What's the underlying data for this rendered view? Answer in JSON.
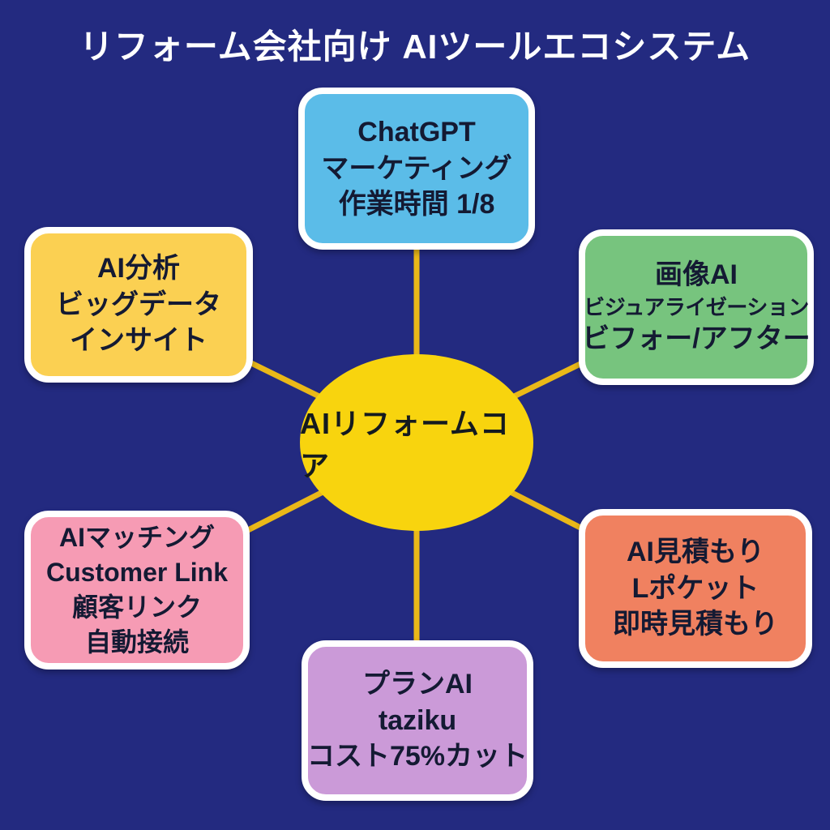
{
  "title": "リフォーム会社向け AIツールエコシステム",
  "colors": {
    "background": "#232a80",
    "title_text": "#ffffff",
    "connector_line": "#eab818",
    "core_fill": "#f8d40e",
    "node_border": "#ffffff",
    "node_text": "#141a33"
  },
  "core": {
    "label": "AIリフォームコア"
  },
  "nodes": [
    {
      "id": "chatgpt",
      "position": "top",
      "color": "#5bbce8",
      "lines": [
        "ChatGPT",
        "マーケティング",
        "作業時間 1/8"
      ]
    },
    {
      "id": "image-ai",
      "position": "top-right",
      "color": "#77c47e",
      "lines": [
        "画像AI",
        "ビジュアライゼーション",
        "ビフォー/アフター"
      ]
    },
    {
      "id": "ai-estimate",
      "position": "bottom-right",
      "color": "#f08160",
      "lines": [
        "AI見積もり",
        "Lポケット",
        "即時見積もり"
      ]
    },
    {
      "id": "plan-ai",
      "position": "bottom",
      "color": "#cb9ad8",
      "lines": [
        "プランAI",
        "taziku",
        "コスト75%カット"
      ]
    },
    {
      "id": "ai-matching",
      "position": "bottom-left",
      "color": "#f69bb4",
      "lines": [
        "AIマッチング",
        "Customer Link",
        "顧客リンク",
        "自動接続"
      ]
    },
    {
      "id": "ai-analytics",
      "position": "top-left",
      "color": "#fbd052",
      "lines": [
        "AI分析",
        "ビッグデータ",
        "インサイト"
      ]
    }
  ]
}
